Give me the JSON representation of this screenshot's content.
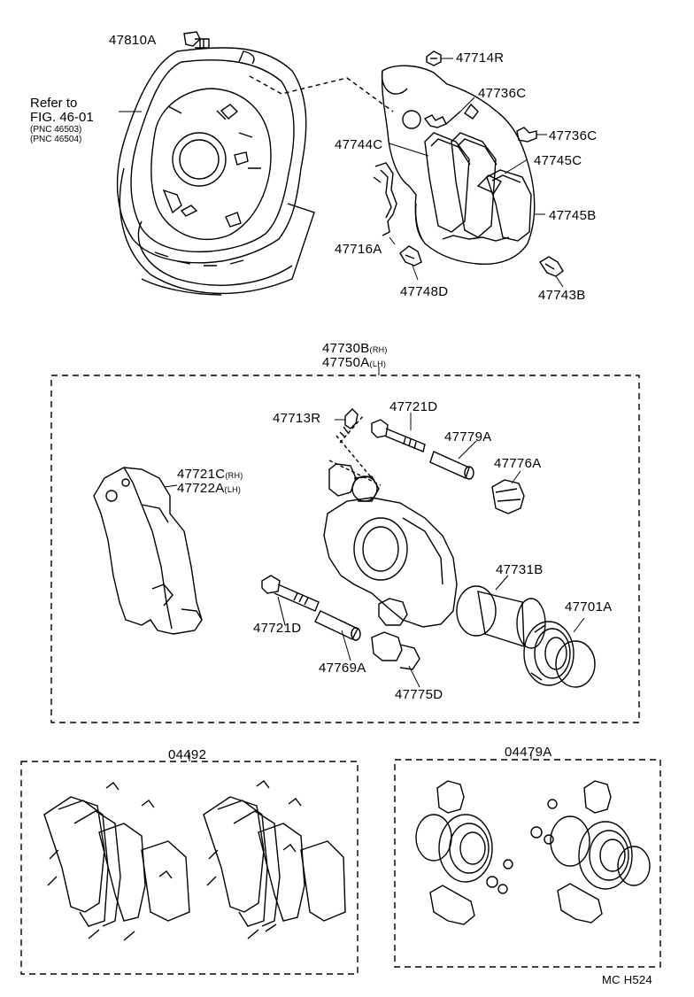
{
  "labels": {
    "p47810A": "47810A",
    "p47714R": "47714R",
    "p47736C_a": "47736C",
    "p47736C_b": "47736C",
    "p47744C": "47744C",
    "p47745C": "47745C",
    "p47745B": "47745B",
    "p47716A": "47716A",
    "p47748D": "47748D",
    "p47743B": "47743B",
    "p47730B": "47730B",
    "p47730B_suffix": "(RH)",
    "p47750A": "47750A",
    "p47750A_suffix": "(LH)",
    "p47713R": "47713R",
    "p47721D_a": "47721D",
    "p47779A": "47779A",
    "p47776A": "47776A",
    "p47721C": "47721C",
    "p47721C_suffix": "(RH)",
    "p47722A": "47722A",
    "p47722A_suffix": "(LH)",
    "p47731B": "47731B",
    "p47701A": "47701A",
    "p47721D_b": "47721D",
    "p47769A": "47769A",
    "p47775D": "47775D",
    "p04492": "04492",
    "p04479A": "04479A"
  },
  "reference": {
    "line1": "Refer to",
    "line2": "FIG. 46-01",
    "pnc1": "(PNC 46503)",
    "pnc2": "(PNC 46504)"
  },
  "diagram_code": "MC H524"
}
